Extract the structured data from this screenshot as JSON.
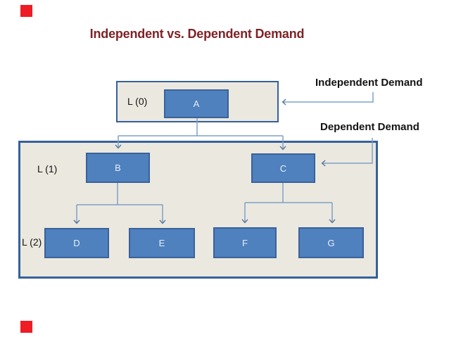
{
  "title": "Independent vs. Dependent Demand",
  "annotations": {
    "independent": "Independent Demand",
    "dependent": "Dependent Demand"
  },
  "levels": [
    {
      "label": "L (0)"
    },
    {
      "label": "L (1)"
    },
    {
      "label": "L (2)"
    }
  ],
  "nodes": [
    {
      "id": "a",
      "label": "A",
      "level": 0,
      "parent": null
    },
    {
      "id": "b",
      "label": "B",
      "level": 1,
      "parent": "A"
    },
    {
      "id": "c",
      "label": "C",
      "level": 1,
      "parent": "A"
    },
    {
      "id": "d",
      "label": "D",
      "level": 2,
      "parent": "B"
    },
    {
      "id": "e",
      "label": "E",
      "level": 2,
      "parent": "B"
    },
    {
      "id": "f",
      "label": "F",
      "level": 2,
      "parent": "C"
    },
    {
      "id": "g",
      "label": "G",
      "level": 2,
      "parent": "C"
    }
  ],
  "colors": {
    "node_fill": "#4E81BD",
    "node_border": "#3A629B",
    "node_text": "#E9EFF7",
    "panel_fill": "#EBE8DF",
    "panel_border": "#36609A",
    "connector": "#7FA0C8",
    "arrowhead": "#54799F",
    "title_text": "#7E2226",
    "annotation_text": "#121212",
    "corner_marker": "#EE1C25"
  }
}
